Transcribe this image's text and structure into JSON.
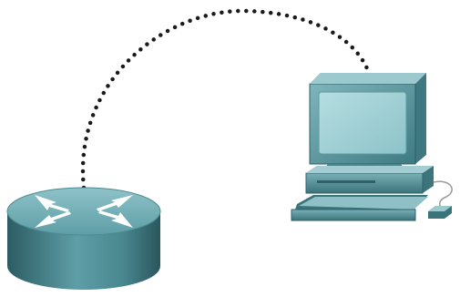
{
  "diagram": {
    "nodes": [
      {
        "id": "router",
        "kind": "router",
        "icon": "router-icon"
      },
      {
        "id": "pc",
        "kind": "workstation",
        "icon": "computer-icon"
      }
    ],
    "links": [
      {
        "from": "router",
        "to": "pc",
        "style": "dotted",
        "medium": "console-cable",
        "color": "#1a1a1a"
      }
    ],
    "colors": {
      "device_teal": "#4f8f97",
      "device_teal_dark": "#2f6169",
      "device_teal_light": "#8fc2c8",
      "screen": "#9fcfd5"
    }
  }
}
